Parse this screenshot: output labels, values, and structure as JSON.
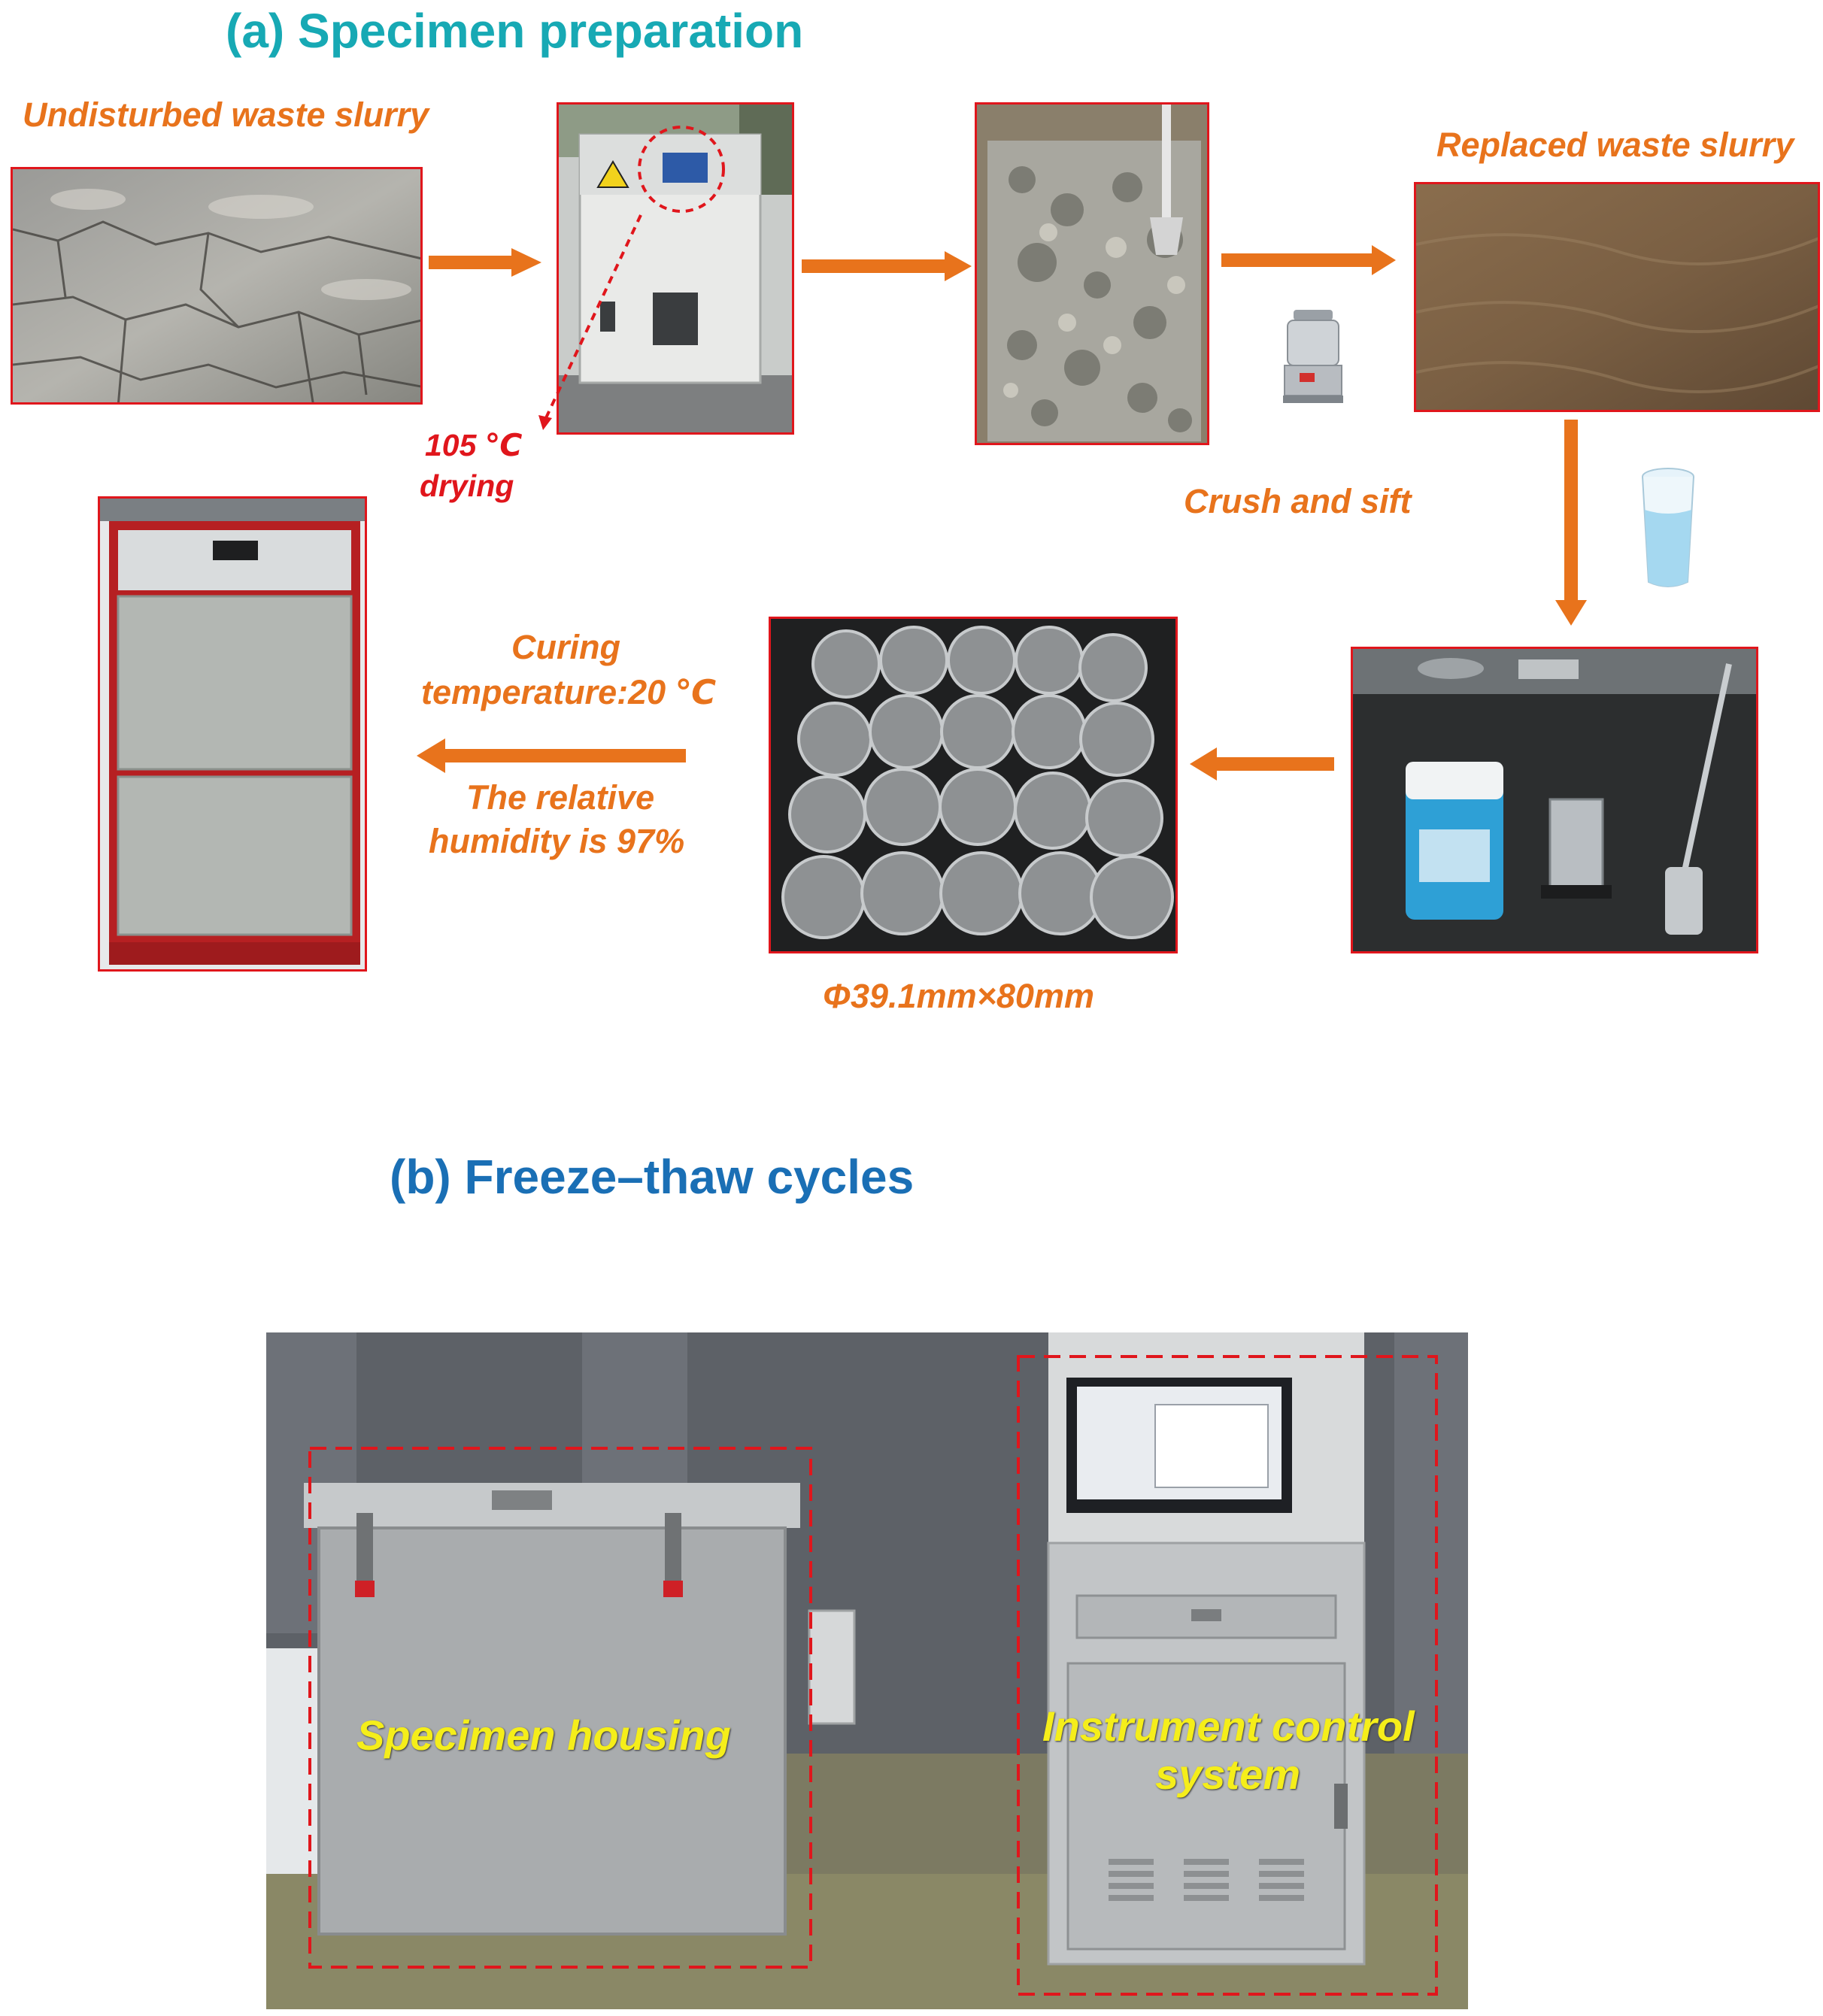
{
  "section_a": {
    "title": "(a) Specimen preparation",
    "title_color": "#17a9b4",
    "label_undisturbed": "Undisturbed waste slurry",
    "label_replaced": "Replaced waste slurry",
    "label_drying_temp": "105 ℃",
    "label_drying": "drying",
    "label_crush": "Crush and sift",
    "label_curing_line1": "Curing",
    "label_curing_line2": "temperature:20 ℃",
    "label_humidity_line1": "The relative",
    "label_humidity_line2": "humidity is 97%",
    "label_dimensions": "Φ39.1mm×80mm",
    "accent_color": "#e8731c",
    "frame_color": "#e0161c"
  },
  "section_b": {
    "title": "(b) Freeze–thaw cycles",
    "title_color": "#1a6fb5",
    "label_housing": "Specimen housing",
    "label_control_line1": "Instrument control",
    "label_control_line2": "system",
    "overlay_color": "#f5ee1a"
  }
}
